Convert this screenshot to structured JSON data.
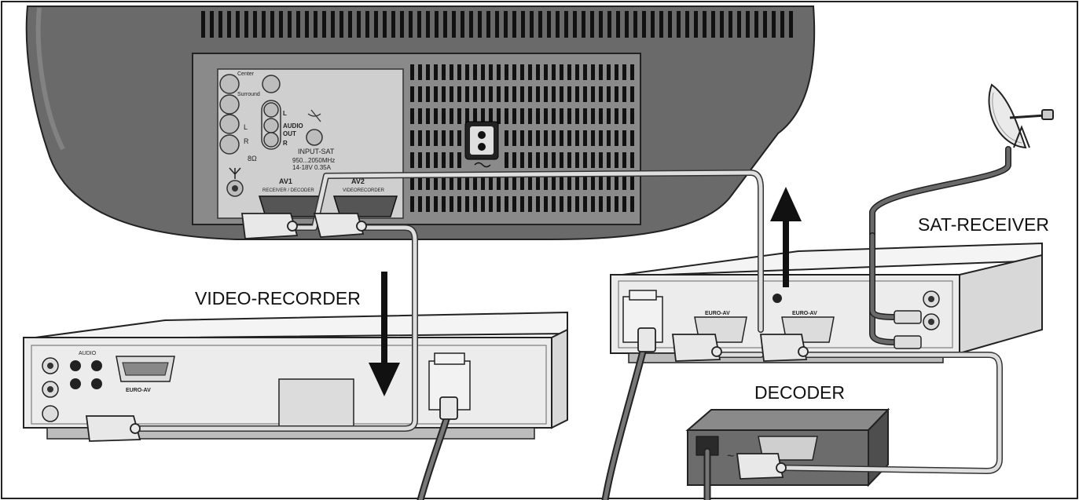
{
  "labels": {
    "video_recorder": "VIDEO-RECORDER",
    "sat_receiver": "SAT-RECEIVER",
    "decoder": "DECODER"
  },
  "tv_panel": {
    "center": "Center",
    "surround": "Surround",
    "l": "L",
    "r": "R",
    "audio_l": "L",
    "audio": "AUDIO",
    "out": "OUT",
    "audio_r": "R",
    "speaker_ohm": "8Ω",
    "input_sat": "INPUT-SAT",
    "sat_freq": "950...2050MHz",
    "sat_power": "14-18V   0.35A",
    "av1": "AV1",
    "av1_sub": "RECEIVER / DECODER",
    "av2": "AV2",
    "av2_sub": "VIDEORECORDER"
  },
  "vcr_panel": {
    "audio": "AUDIO",
    "euro_av": "EURO-AV"
  },
  "receiver_panel": {
    "euro_av_1": "EURO-AV",
    "euro_av_2": "EURO-AV"
  },
  "decoder_panel": {
    "mains": "~"
  },
  "colors": {
    "cable_light": "#d4d4d4",
    "cable_dark": "#444444",
    "tv_body": "#6e6e6e",
    "panel": "#c8c8c8",
    "device": "#ececec"
  }
}
